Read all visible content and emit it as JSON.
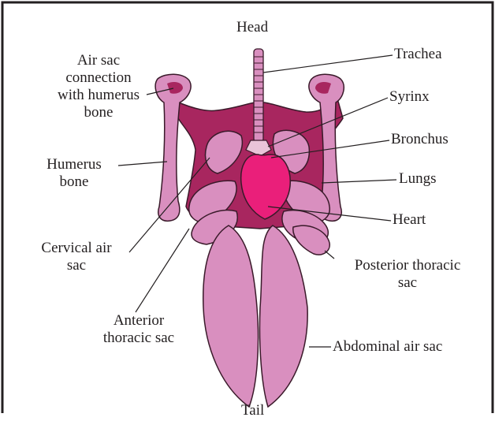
{
  "colors": {
    "background": "#ffffff",
    "frame": "#231f20",
    "air_sac_pink": "#d98fbf",
    "lung_crimson": "#a8265f",
    "heart_pink": "#ea1f7a",
    "outline": "#3a1a2a",
    "leader_line": "#231f20"
  },
  "labels": {
    "head": "Head",
    "tail": "Tail",
    "trachea": "Trachea",
    "air_sac_connection": [
      "Air sac",
      "connection",
      "with humerus",
      "bone"
    ],
    "syrinx": "Syrinx",
    "bronchus": "Bronchus",
    "humerus_bone": [
      "Humerus",
      "bone"
    ],
    "lungs": "Lungs",
    "heart": "Heart",
    "cervical_air_sac": [
      "Cervical air",
      "sac"
    ],
    "posterior_thoracic_sac": [
      "Posterior thoracic",
      "sac"
    ],
    "anterior_thoracic_sac": [
      "Anterior",
      "thoracic sac"
    ],
    "abdominal_air_sac": "Abdominal air sac"
  }
}
